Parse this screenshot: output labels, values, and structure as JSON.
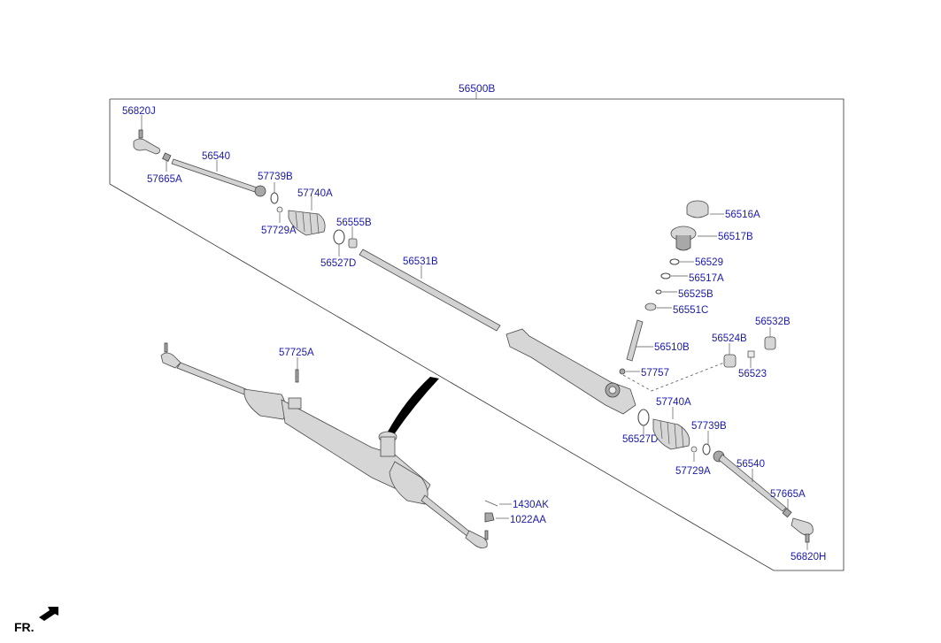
{
  "diagram": {
    "assembly_label": "56500B",
    "direction_label": "FR.",
    "callouts": {
      "tie_rod_end_left": "56820J",
      "tie_rod_left": "56540",
      "jam_nut_left": "57665A",
      "band_left": "57739B",
      "boot_left": "57740A",
      "clip_left": "57729A",
      "bushing_left": "56555B",
      "oring_left": "56527D",
      "rack_bar": "56531B",
      "plug": "56516A",
      "yoke_plug": "56517B",
      "snap_ring": "56529",
      "seal_ring": "56517A",
      "spring": "56525B",
      "yoke_seal": "56551C",
      "pinion": "56510B",
      "cap": "56532B",
      "bushing": "56524B",
      "bushing_insert": "56523",
      "nut": "57757",
      "boot_right": "57740A",
      "oring_right": "56527D",
      "band_right": "57739B",
      "clip_right": "57729A",
      "tie_rod_right": "56540",
      "jam_nut_right": "57665A",
      "tie_rod_end_right": "56820H",
      "bolt_top": "57725A",
      "bolt_mount": "1430AK",
      "nut_mount": "1022AA"
    }
  }
}
